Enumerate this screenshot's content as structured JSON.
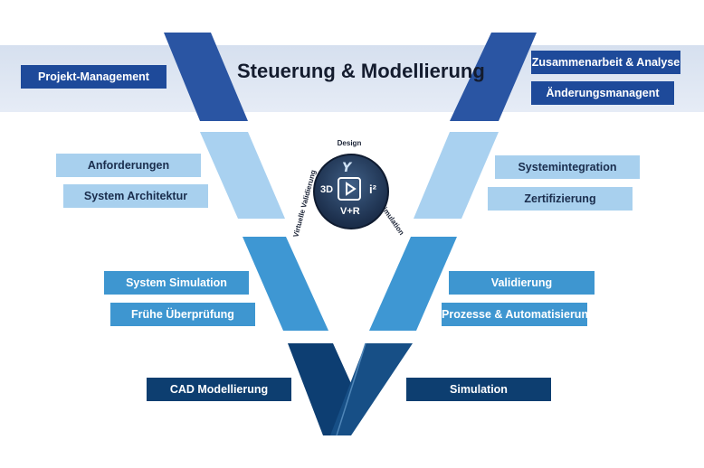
{
  "title": "Steuerung & Modellierung",
  "labels": {
    "projekt_management": "Projekt-Management",
    "zusammenarbeit": "Zusammenarbeit & Analyse",
    "aenderungsmanagent": "Änderungsmanagent",
    "anforderungen": "Anforderungen",
    "system_architektur": "System Architektur",
    "systemintegration": "Systemintegration",
    "zertifizierung": "Zertifizierung",
    "system_simulation": "System Simulation",
    "fruehe_ueberpruefung": "Frühe Überprüfung",
    "validierung": "Validierung",
    "prozesse": "Prozesse & Automatisierung",
    "cad_modellierung": "CAD Modellierung",
    "simulation": "Simulation"
  },
  "logo": {
    "text_3d": "3D",
    "text_vr": "V+R",
    "text_i": "i²",
    "ring_design": "Design",
    "ring_validierung": "Virtuelle Validierung",
    "ring_simulation": "Simulation"
  },
  "colors": {
    "dark_blue": "#1e4a9a",
    "light_blue": "#a8d0ee",
    "mid_blue": "#3e96d0",
    "navy": "#0d3e70",
    "band": "#dde5f1"
  }
}
